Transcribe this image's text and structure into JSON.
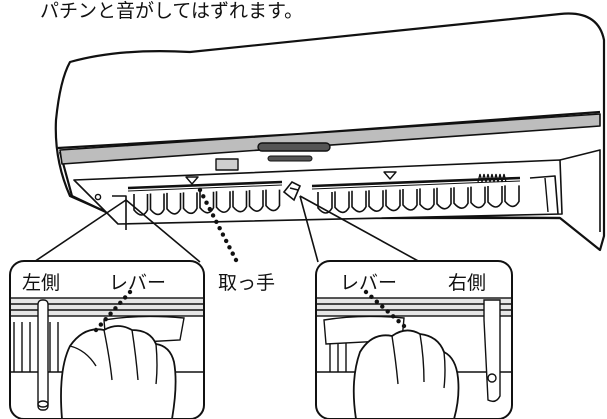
{
  "caption": "パチンと音がしてはずれます。",
  "labels": {
    "handle": "取っ手",
    "left_side": "左側",
    "right_side": "右側",
    "lever_left": "レバー",
    "lever_right": "レバー"
  }
}
